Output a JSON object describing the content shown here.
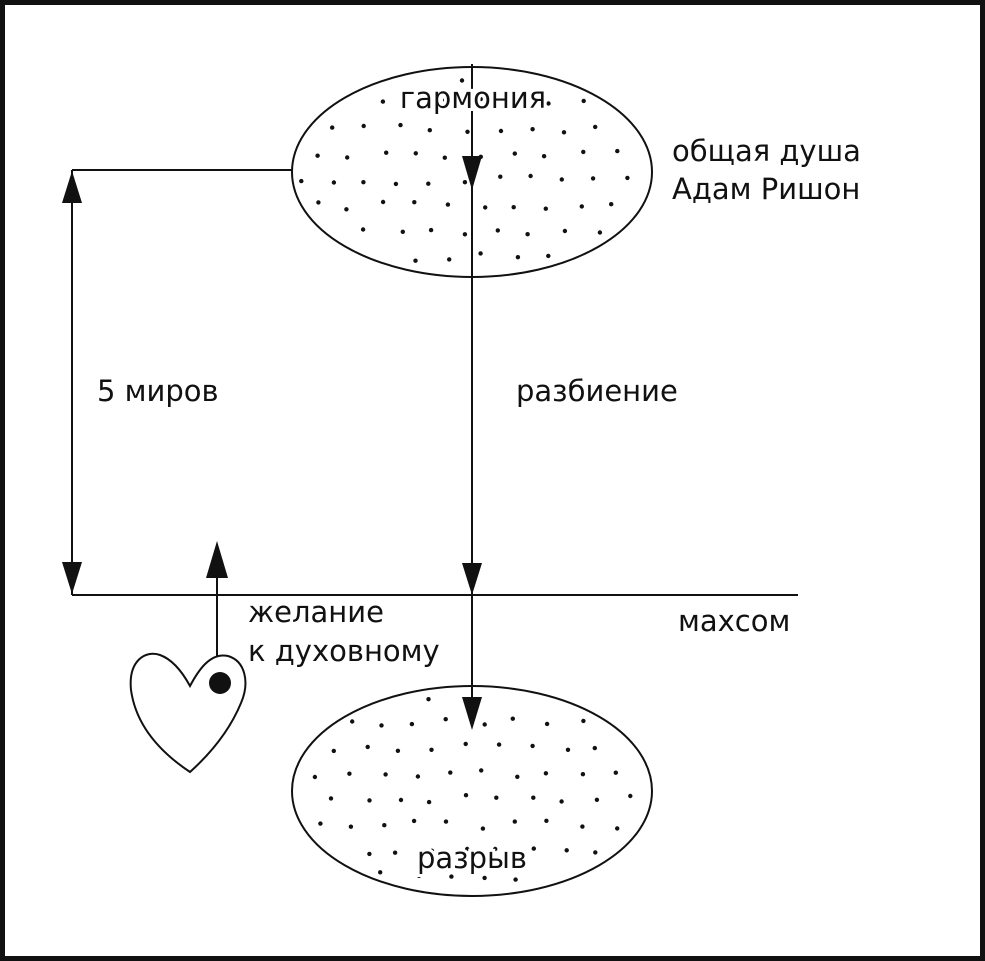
{
  "labels": {
    "harmony": "гармония",
    "soul_line1": "общая душа",
    "soul_line2": "Адам Ришон",
    "worlds": "5 миров",
    "breaking": "разбиение",
    "desire_line1": "желание",
    "desire_line2": "к духовному",
    "machsom": "махсом",
    "rupture": "разрыв"
  },
  "icons": {
    "heart": "heart-icon",
    "point": "point-icon"
  },
  "colors": {
    "ink": "#111111",
    "background": "#ffffff"
  }
}
